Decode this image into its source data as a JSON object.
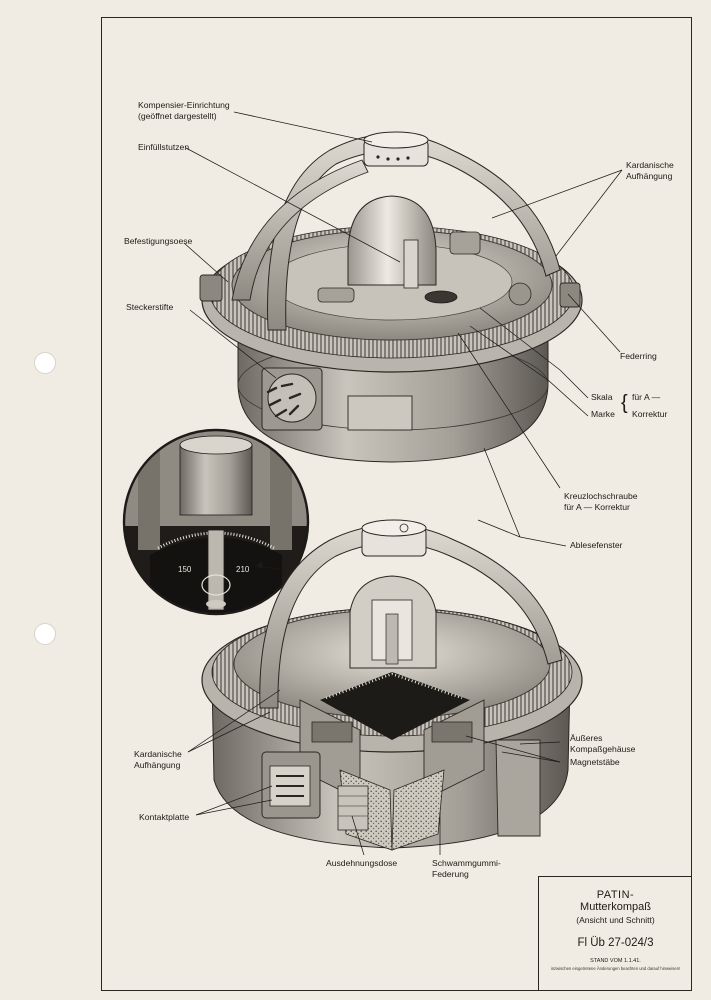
{
  "labels": {
    "kompensier_line1": "Kompensier-Einrichtung",
    "kompensier_line2": "(geöffnet dargestellt)",
    "einfuellstutzen": "Einfüllstutzen",
    "kardanisch_top_line1": "Kardanische",
    "kardanisch_top_line2": "Aufhängung",
    "befestigungsoese": "Befestigungsoese",
    "steckerstifte": "Steckerstifte",
    "federring": "Federring",
    "skala": "Skala",
    "marke": "Marke",
    "fuer_a": "für A —",
    "korrektur": "Korrektur",
    "kreuz_line1": "Kreuzlochschraube",
    "kreuz_line2": "für A — Korrektur",
    "ablesefenster": "Ablesefenster",
    "aeusseres_line1": "Äußeres",
    "aeusseres_line2": "Kompaßgehäuse",
    "magnetstaebe": "Magnetstäbe",
    "kardanisch_bottom_line1": "Kardanische",
    "kardanisch_bottom_line2": "Aufhängung",
    "kontaktplatte": "Kontaktplatte",
    "ausdehnungsdose": "Ausdehnungsdose",
    "schwamm_line1": "Schwammgummi-",
    "schwamm_line2": "Federung",
    "scale_150": "150",
    "scale_210": "210"
  },
  "title_block": {
    "name": "PATIN-",
    "subtitle": "Mutterkompaß",
    "view": "(Ansicht und Schnitt)",
    "doc_number": "Fl Üb 27-024/3",
    "stand": "STAND VOM 1.1.41.",
    "note": "inzwischen eingetretene Änderungen beachten und darauf hinweisen!"
  },
  "colors": {
    "paper": "#f1ece3",
    "ink": "#1d1b18",
    "metal_light": "#d8d4cc",
    "metal_mid": "#9e9990",
    "metal_dark": "#55514b"
  }
}
